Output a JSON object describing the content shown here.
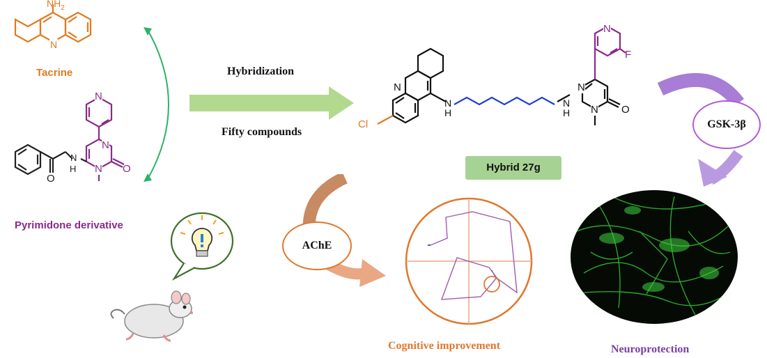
{
  "tacrine": {
    "name": "Tacrine",
    "atom_nh2": "NH",
    "atom_nh2_sub": "2",
    "atom_n": "N",
    "color": "#e07a1f"
  },
  "pyrimidone": {
    "name": "Pyrimidone derivative",
    "atoms": {
      "ring_n_top": "N",
      "ring_n_left": "N",
      "ring_n_bottom": "N",
      "carbonyl_o": "O",
      "ketone_o": "O",
      "nh": "H",
      "nh_n": "N",
      "methyl_mark": "|"
    },
    "color": "#8b2a8b"
  },
  "process": {
    "top_label": "Hybridization",
    "bottom_label": "Fifty compounds",
    "arrow_color": "#b3d98f"
  },
  "hybrid": {
    "label": "Hybrid 27g",
    "atoms": {
      "cl": "Cl",
      "n_ring": "N",
      "n_left_h": "H",
      "n_left": "N",
      "n_right_h": "H",
      "n_right": "N",
      "pyrimidine_n_top": "N",
      "pyrimidine_n_bottom": "N",
      "o": "O",
      "pyridine_n": "N",
      "f": "F"
    },
    "linker_color": "#1f3fd1",
    "label_bg": "#a6d394"
  },
  "targets": {
    "ache": "AChE",
    "gsk": "GSK-3β",
    "ache_arrow_color": "#c88a62",
    "gsk_arrow_color": "#a77dd6"
  },
  "outcomes": {
    "cognitive": "Cognitive improvement",
    "neuro": "Neuroprotection",
    "cognitive_color": "#e0772e",
    "neuro_color": "#7a3fa8"
  },
  "icons": {
    "bulb": "lightbulb-icon",
    "mouse": "mouse-icon",
    "maze": "water-maze-icon",
    "neurons": "neuron-micrograph-icon"
  }
}
